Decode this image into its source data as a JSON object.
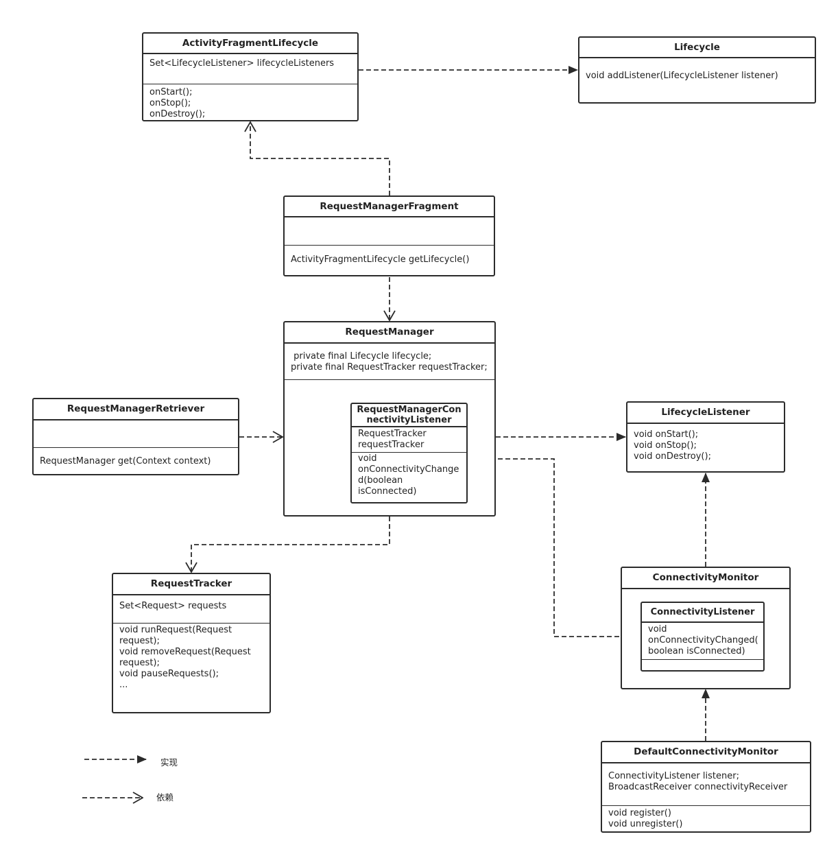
{
  "classes": {
    "activity_fragment_lifecycle": {
      "name": "ActivityFragmentLifecycle",
      "fields": "Set<LifecycleListener> lifecycleListeners",
      "methods": "onStart();\nonStop();\nonDestroy();"
    },
    "lifecycle": {
      "name": "Lifecycle",
      "methods": "void addListener(LifecycleListener listener)"
    },
    "request_manager_fragment": {
      "name": "RequestManagerFragment",
      "fields": "",
      "methods": "ActivityFragmentLifecycle getLifecycle()"
    },
    "request_manager": {
      "name": "RequestManager",
      "fields": " private final Lifecycle lifecycle;\nprivate final RequestTracker requestTracker;"
    },
    "request_manager_connectivity_listener": {
      "name": "RequestManagerCon\nnectivityListener",
      "fields": "RequestTracker\nrequestTracker",
      "methods": "void\nonConnectivityChange\nd(boolean\nisConnected)"
    },
    "request_manager_retriever": {
      "name": "RequestManagerRetriever",
      "fields": "",
      "methods": "RequestManager get(Context context)"
    },
    "lifecycle_listener": {
      "name": "LifecycleListener",
      "methods": "void onStart();\nvoid onStop();\nvoid onDestroy();"
    },
    "request_tracker": {
      "name": "RequestTracker",
      "fields": "Set<Request> requests",
      "methods": "void runRequest(Request\nrequest);\nvoid removeRequest(Request\nrequest);\nvoid pauseRequests();\n..."
    },
    "connectivity_monitor": {
      "name": "ConnectivityMonitor"
    },
    "connectivity_listener": {
      "name": "ConnectivityListener",
      "methods": "void\nonConnectivityChanged(\nboolean isConnected)",
      "extra": ""
    },
    "default_connectivity_monitor": {
      "name": "DefaultConnectivityMonitor",
      "fields": "ConnectivityListener listener;\nBroadcastReceiver connectivityReceiver",
      "methods": "void register()\nvoid unregister()"
    }
  },
  "legend": {
    "implements": "实现",
    "depends": "依赖"
  },
  "colors": {
    "line": "#2b2b2b"
  }
}
